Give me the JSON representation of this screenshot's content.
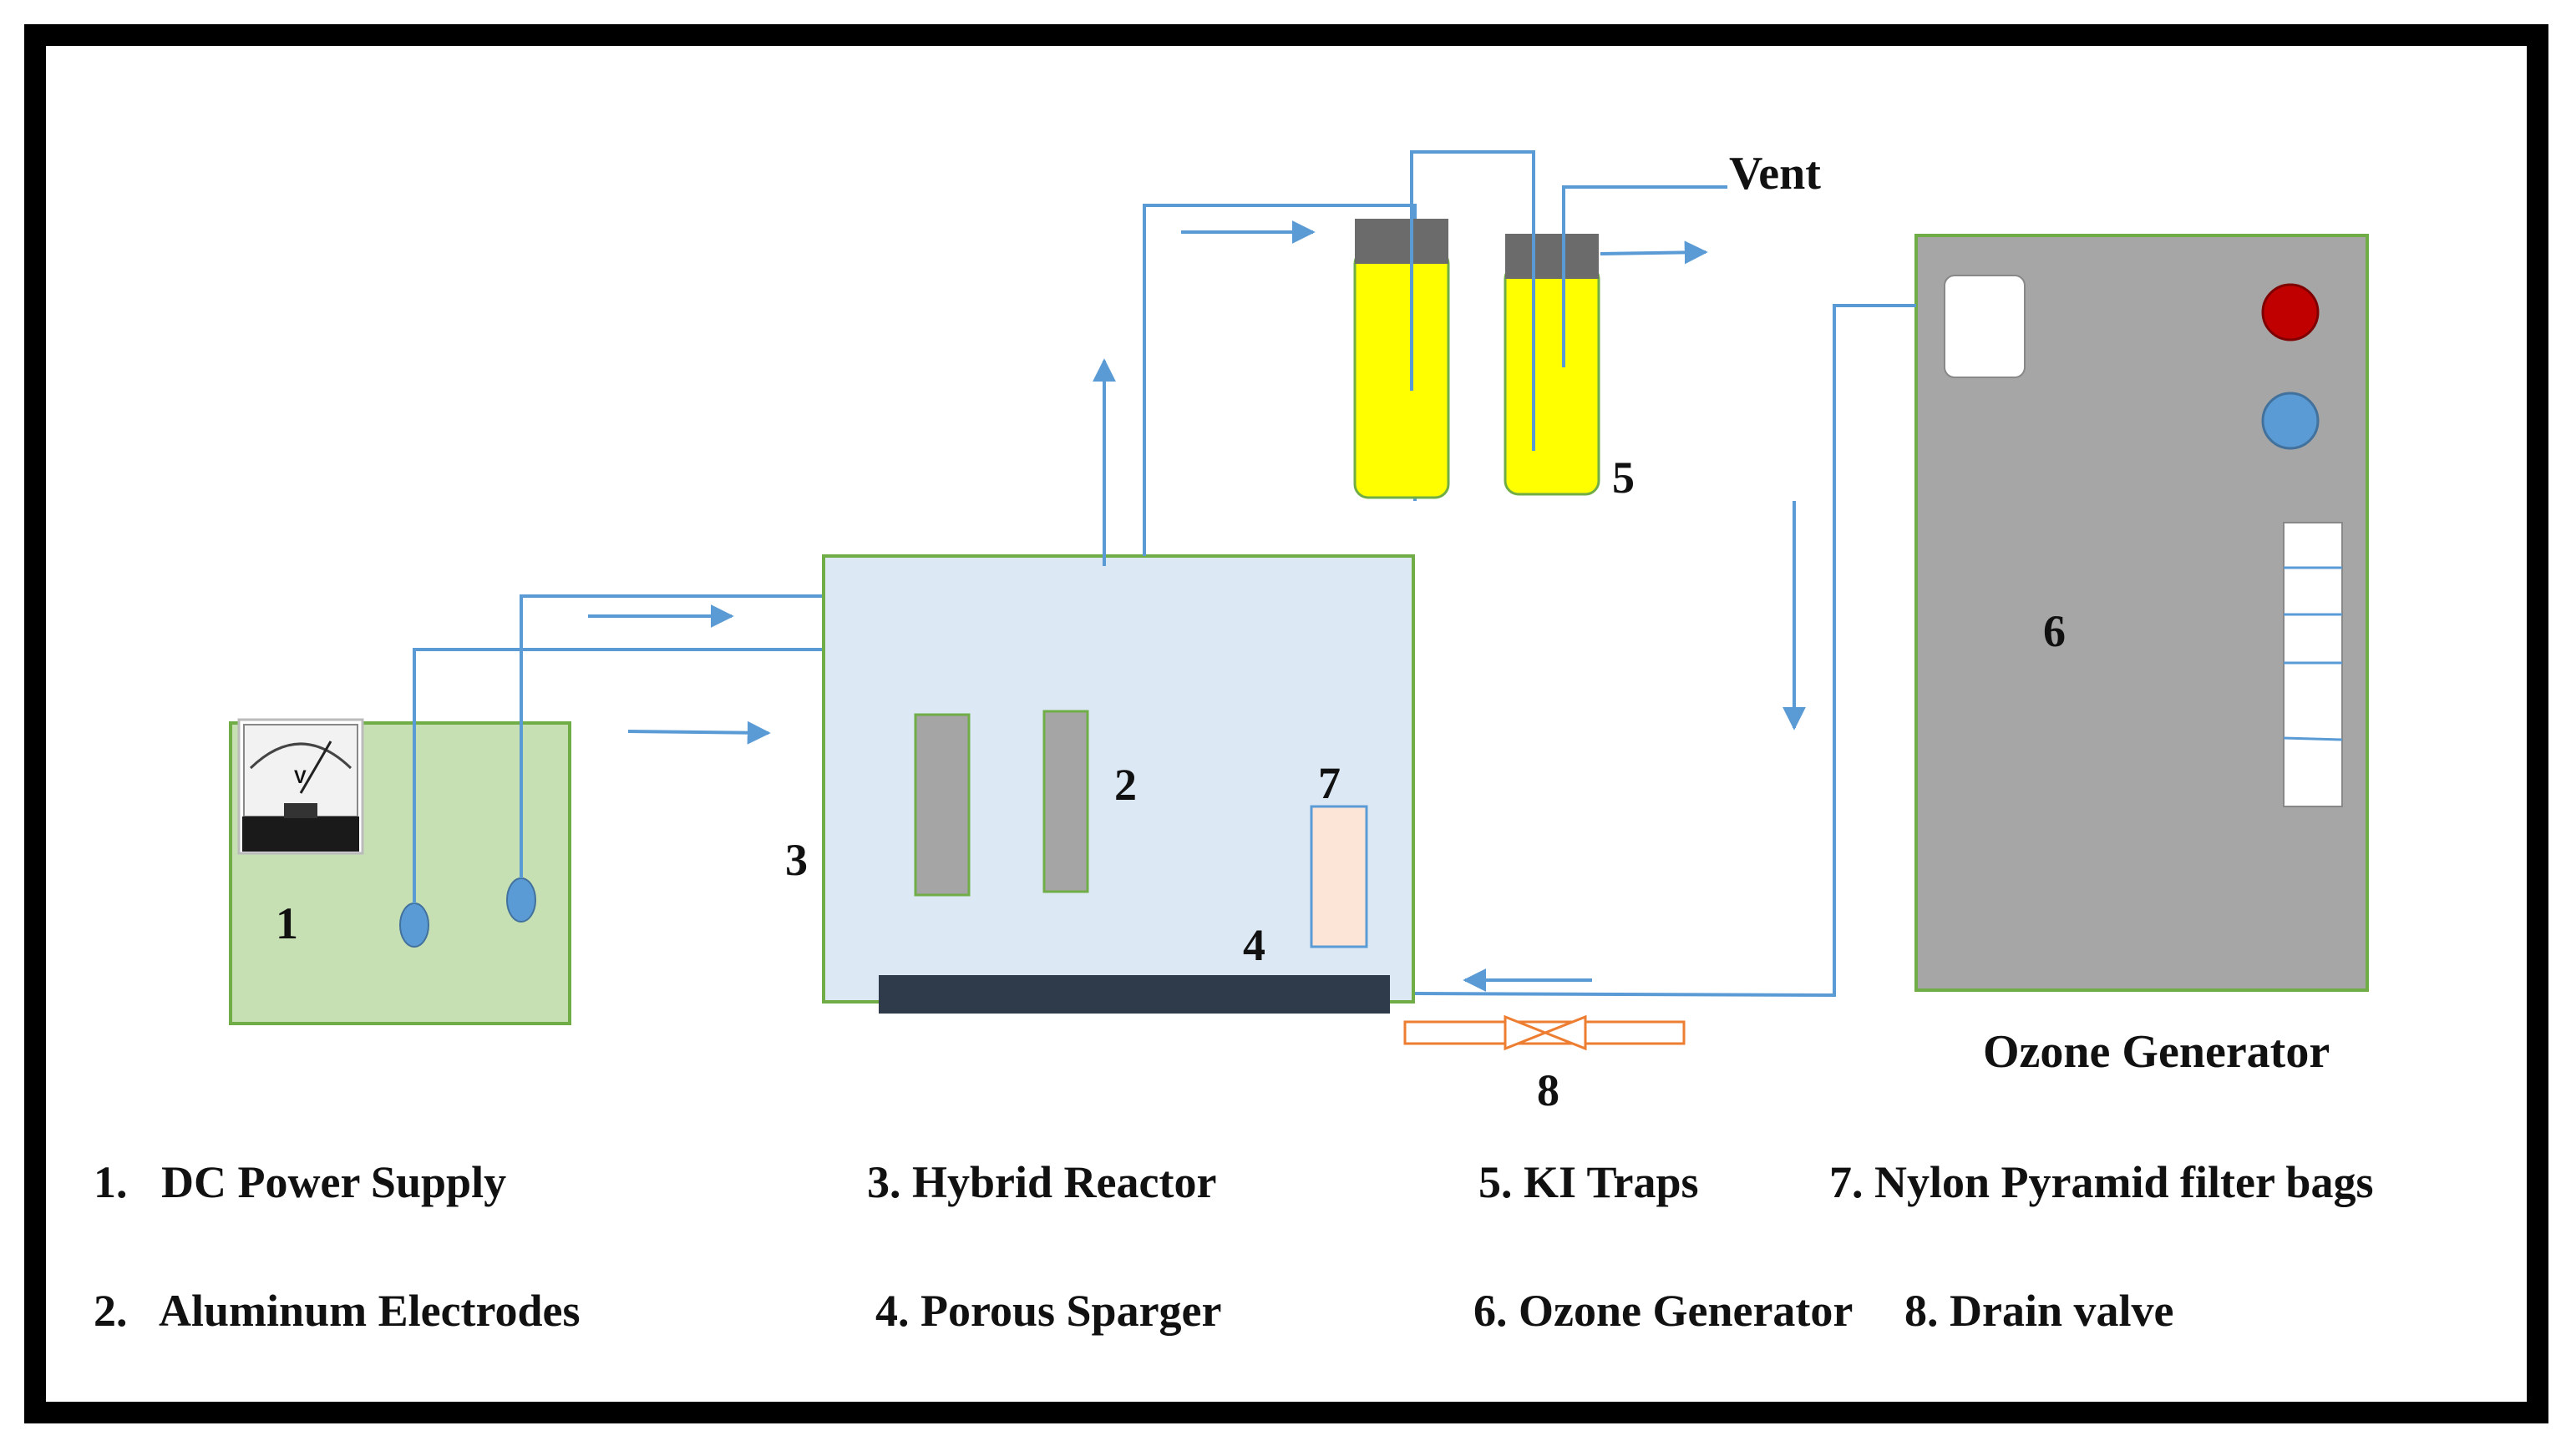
{
  "diagram": {
    "component_numbers": {
      "power_supply": "1",
      "electrodes": "2",
      "reactor": "3",
      "sparger": "4",
      "ki_traps": "5",
      "ozone_generator": "6",
      "filter_bag": "7",
      "drain_valve": "8"
    },
    "vent_label": "Vent",
    "ozone_generator_caption": "Ozone Generator",
    "voltmeter_symbol": "V"
  },
  "legend": {
    "items": [
      {
        "text": "1.   DC Power Supply"
      },
      {
        "text": "2.   Aluminum Electrodes"
      },
      {
        "text": "3. Hybrid Reactor"
      },
      {
        "text": "4. Porous Sparger"
      },
      {
        "text": "5. KI Traps"
      },
      {
        "text": "6. Ozone Generator"
      },
      {
        "text": "7. Nylon Pyramid filter bags"
      },
      {
        "text": "8. Drain valve"
      }
    ]
  },
  "colors": {
    "frame": "#000000",
    "power_supply_fill": "#c6e0b4",
    "component_border": "#70ad47",
    "reactor_fill": "#dce9f5",
    "electrode_fill": "#a5a5a5",
    "sparger_fill": "#2f3a4a",
    "trap_liquid": "#ffff00",
    "trap_cap": "#6b6b6b",
    "generator_fill": "#a6a6a6",
    "pipe": "#5b9bd5",
    "filter_bag": "#fce4d6",
    "valve": "#ed7d31",
    "red_button": "#c00000",
    "blue_button": "#5b9bd5"
  }
}
